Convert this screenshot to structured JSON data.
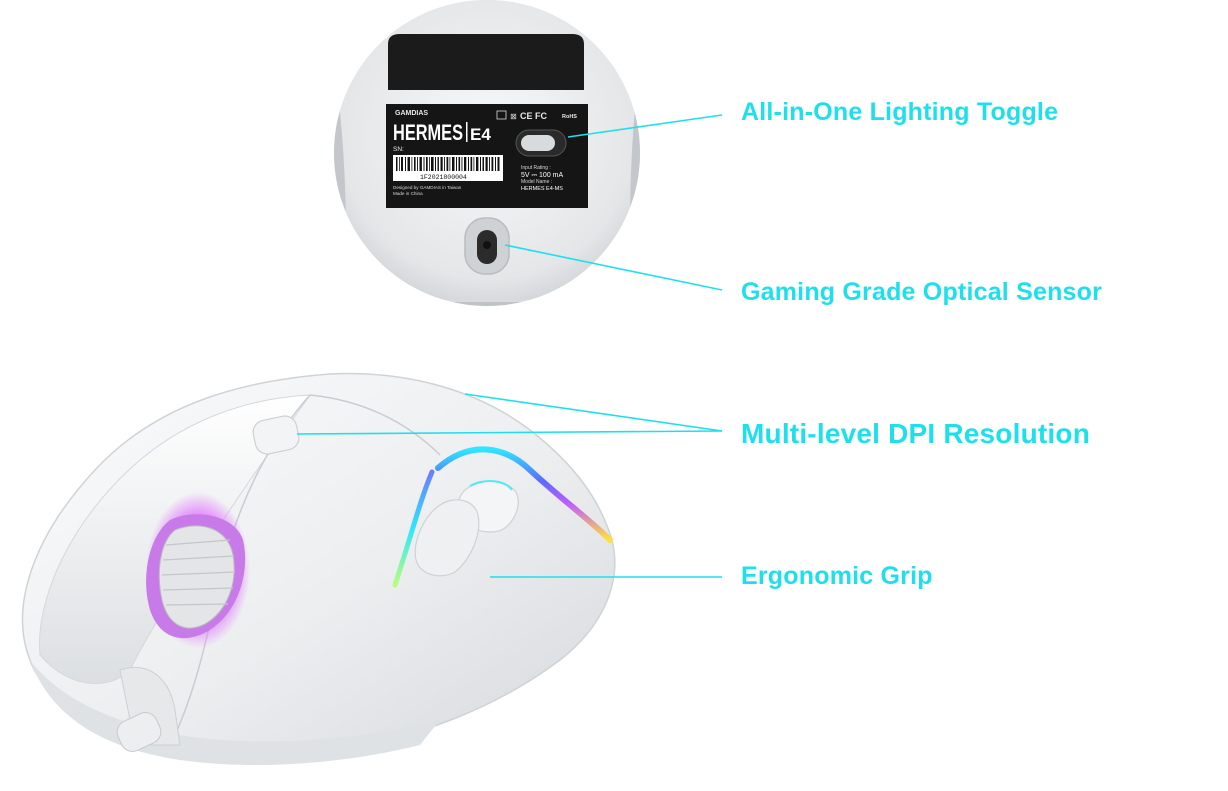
{
  "colors": {
    "accent": "#1ee0ec",
    "background": "#ffffff",
    "mouse_body": "#eef0f2",
    "label_plate": "#1a1a1a"
  },
  "callouts": [
    {
      "label": "All-in-One Lighting Toggle"
    },
    {
      "label": "Gaming Grade Optical Sensor"
    },
    {
      "label": "Multi-level DPI Resolution"
    },
    {
      "label": "Ergonomic Grip"
    }
  ],
  "underside_label": {
    "brand": "GAMDIAS",
    "model": "HERMES",
    "variant": "E4",
    "sn_label": "SN:",
    "serial": "1F2021800004",
    "designed_by": "Designed by GAMDIAS in Taiwan",
    "made_in": "Made in China",
    "input_rating_label": "Input Rating :",
    "input_rating": "5V ⎓ 100 mA",
    "model_name_label": "Model Name :",
    "model_name": "HERMES E4-MS",
    "cert_marks": "CE FC",
    "rohs": "RoHS"
  }
}
